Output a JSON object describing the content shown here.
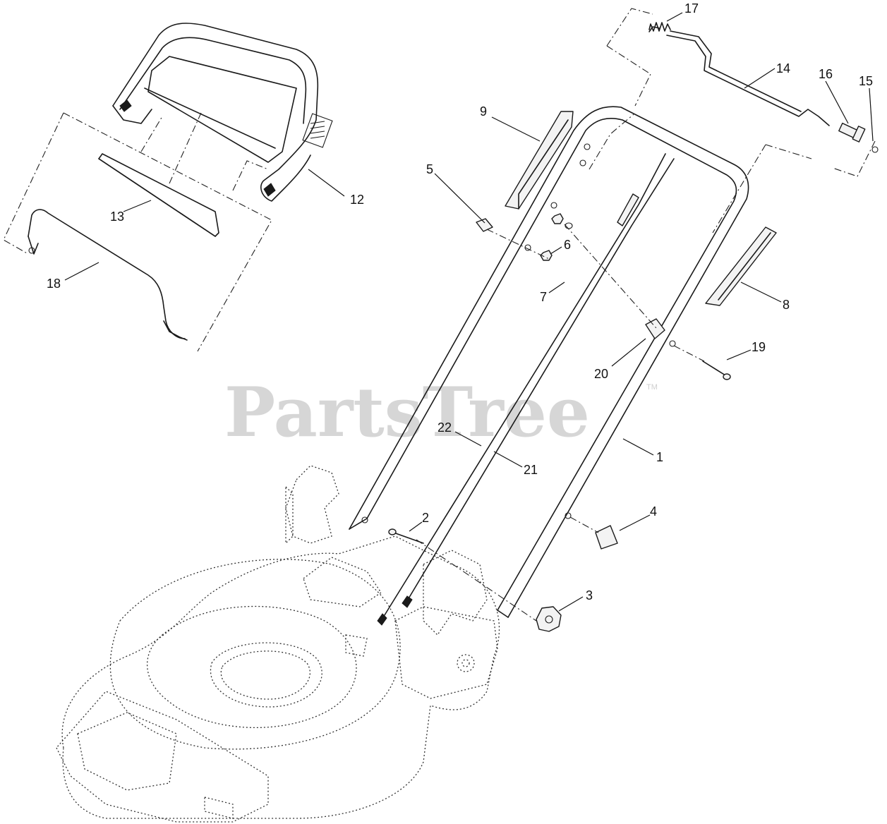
{
  "watermark": {
    "text": "PartsTree",
    "tm": "TM"
  },
  "callouts": {
    "c1": "1",
    "c2": "2",
    "c3": "3",
    "c4": "4",
    "c5": "5",
    "c6": "6",
    "c7": "7",
    "c8": "8",
    "c9": "9",
    "c12": "12",
    "c13": "13",
    "c14": "14",
    "c15": "15",
    "c16": "16",
    "c17": "17",
    "c18": "18",
    "c19": "19",
    "c20": "20",
    "c21": "21",
    "c22": "22"
  }
}
